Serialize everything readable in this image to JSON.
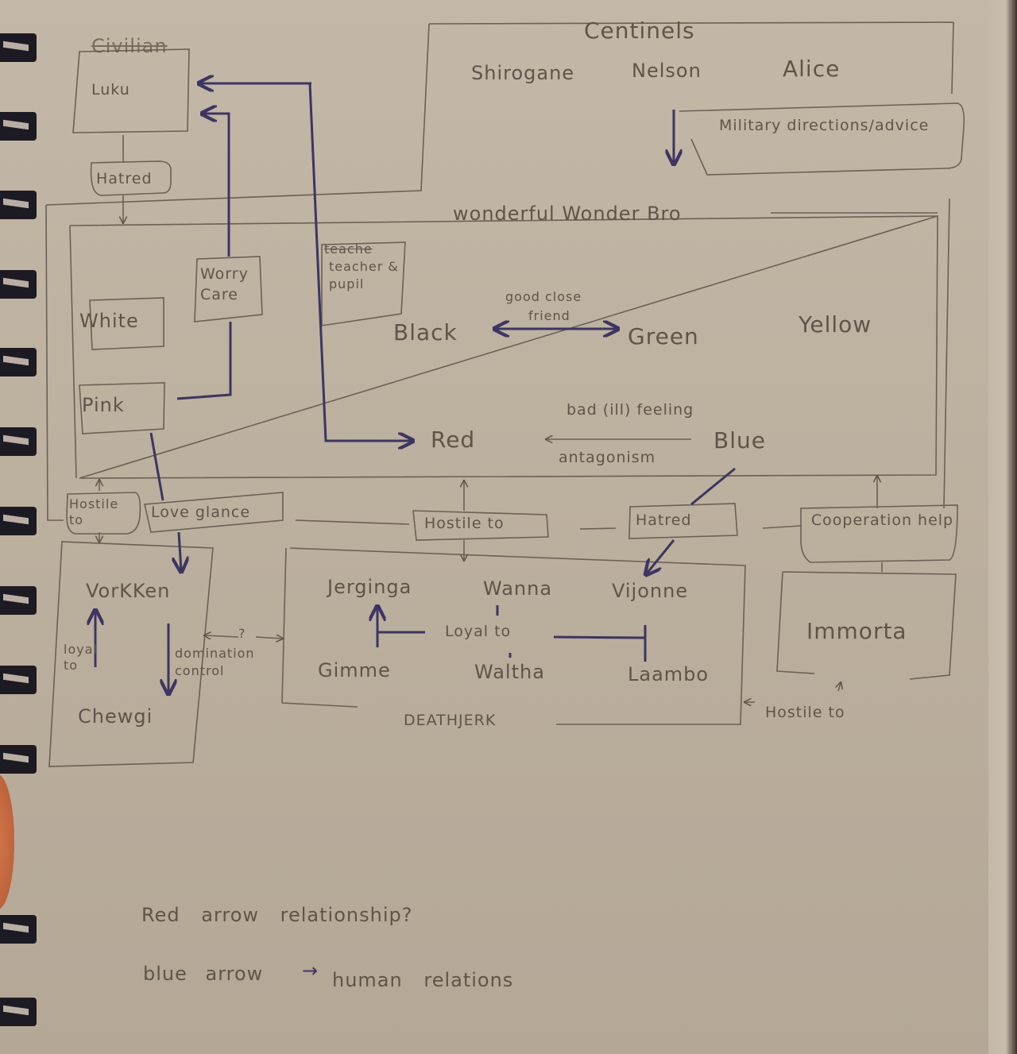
{
  "title": "Character relationship sketch",
  "colors": {
    "paper": "#bdb09f",
    "pencil": "#5e554a",
    "blue_ink": "#3d3561"
  },
  "groups": {
    "civilian": {
      "label": "Civilian",
      "members": [
        "Luku"
      ]
    },
    "centinels": {
      "label": "Centinels",
      "members": [
        "Shirogane",
        "Nelson",
        "Alice"
      ]
    },
    "wonder_bro": {
      "label": "wonderful Wonder Bro",
      "members": [
        "White",
        "Pink",
        "Black",
        "Green",
        "Yellow",
        "Red",
        "Blue"
      ]
    },
    "vorkken": {
      "members": [
        "VorKKen",
        "Chewgi"
      ]
    },
    "deathjerk": {
      "label": "DEATHJERK",
      "members": [
        "Jerginga",
        "Wanna",
        "Vijonne",
        "Gimme",
        "Waltha",
        "Laambo"
      ]
    },
    "immorta": {
      "members": [
        "Immorta"
      ]
    }
  },
  "relations": {
    "luku_hatred": "Hatred",
    "military": "Military directions/advice",
    "worry_care": "Worry Care",
    "teacher_pupil_struck": "teache",
    "teacher_pupil": "teacher & pupil",
    "good_close_friend_1": "good close",
    "good_close_friend_2": "friend",
    "bad_feeling": "bad (ill) feeling",
    "antagonism": "antagonism",
    "hostile_to_left": "Hostile to",
    "love_glance": "Love glance",
    "hostile_to_mid": "Hostile to",
    "hatred_blue": "Hatred",
    "cooperation_help": "Cooperation help",
    "loyal_to_chewgi": "loyal to",
    "domination_control": "domination control",
    "question": "?",
    "loyal_to_deathjerk": "Loyal to",
    "hostile_to_immorta": "Hostile to"
  },
  "legend": {
    "line1": "Red arrow relationship?",
    "line2_a": "blue arrow",
    "line2_b": "human relations"
  }
}
